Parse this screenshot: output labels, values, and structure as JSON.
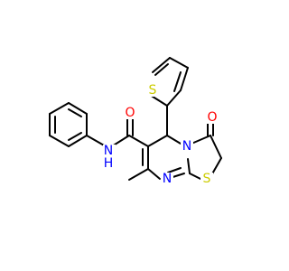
{
  "molecule": {
    "atoms": {
      "o_carbonyl_amide": {
        "label": "O",
        "color": "#ff0000"
      },
      "o_carbonyl_thiazolone": {
        "label": "O",
        "color": "#ff0000"
      },
      "n_amide": {
        "label": "N",
        "color": "#0000ff"
      },
      "h_amide": {
        "label": "H",
        "color": "#0000ff"
      },
      "n_ring_junction": {
        "label": "N",
        "color": "#0000ff"
      },
      "n_ring_imine": {
        "label": "N",
        "color": "#0000ff"
      },
      "s_thiophene": {
        "label": "S",
        "color": "#cccc00"
      },
      "s_thiazole": {
        "label": "S",
        "color": "#cccc00"
      }
    },
    "bond_color": "#000000"
  }
}
